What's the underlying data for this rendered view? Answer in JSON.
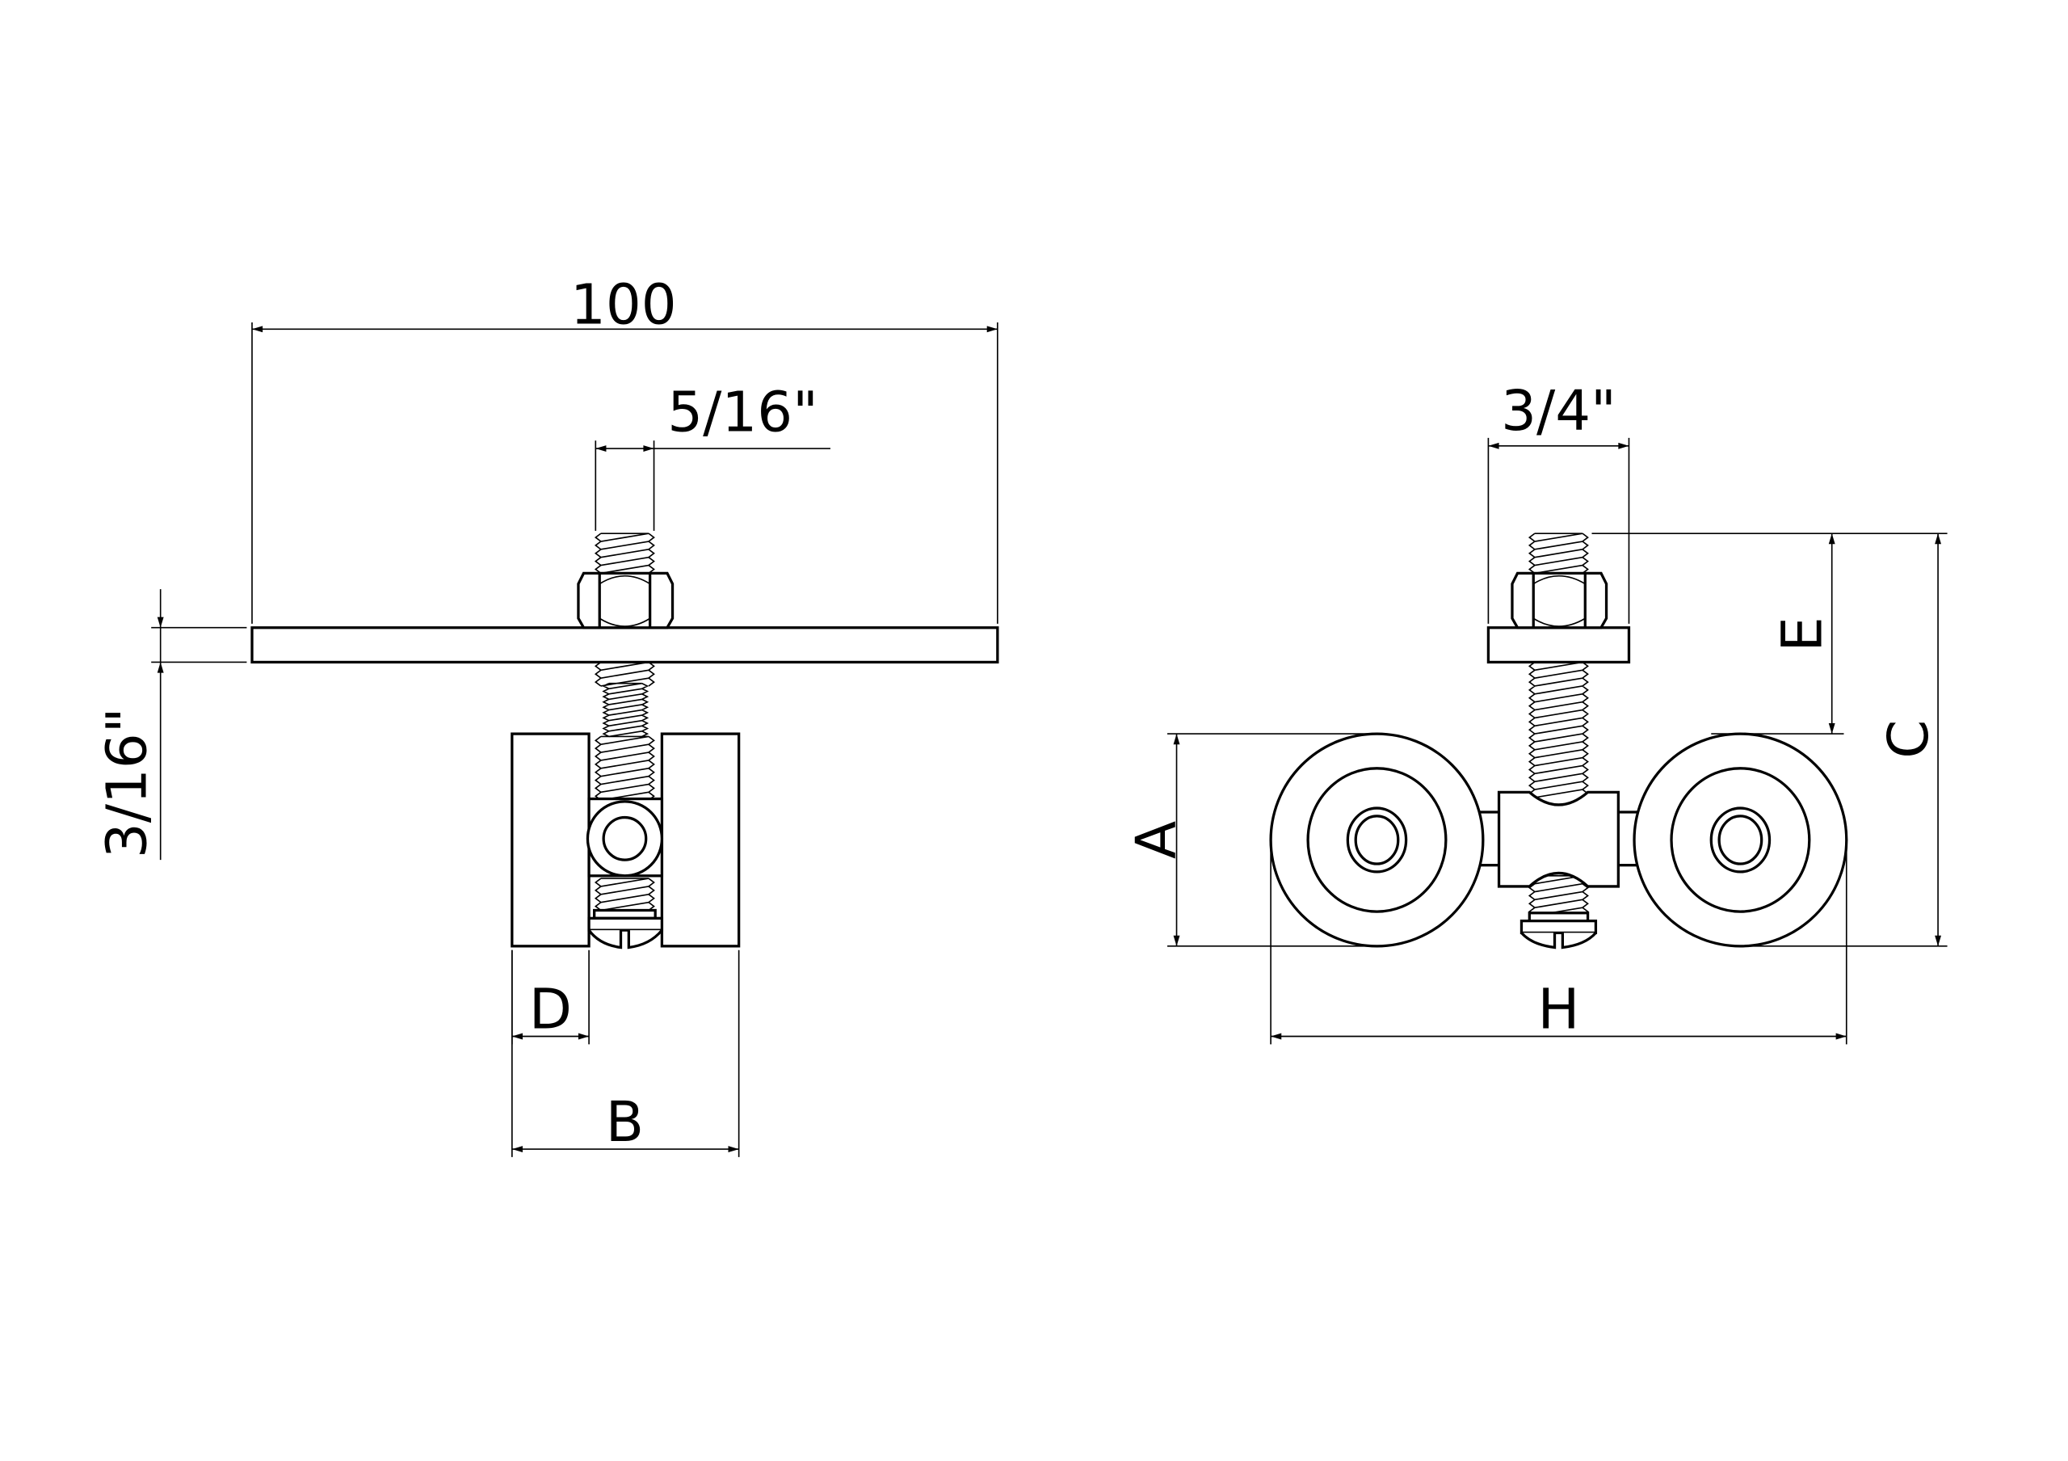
{
  "side_view": {
    "overall_length": "100",
    "bolt_diameter": "5/16\"",
    "plate_thickness": "3/16\"",
    "dim_d": "D",
    "dim_b": "B"
  },
  "front_view": {
    "washer_width": "3/4\"",
    "dim_e": "E",
    "dim_a": "A",
    "dim_c": "C",
    "dim_h": "H"
  },
  "colors": {
    "line": "#000000",
    "background": "#ffffff"
  }
}
